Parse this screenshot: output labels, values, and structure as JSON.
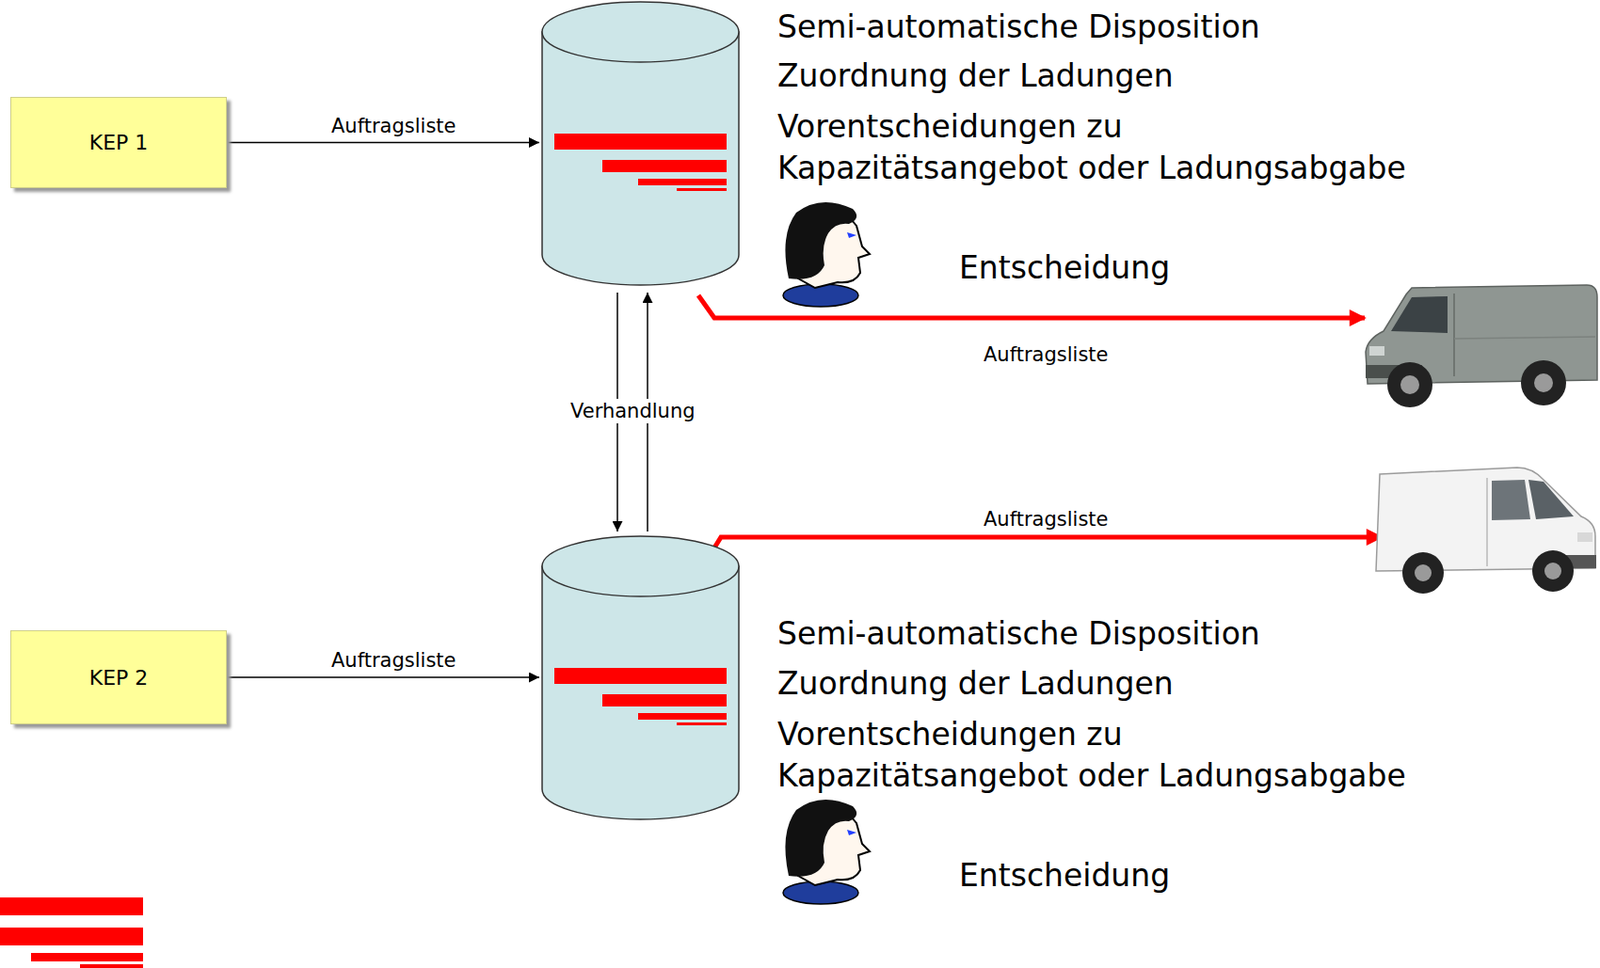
{
  "diagram": {
    "nodes": [
      {
        "text": [
          "KEP 1"
        ]
      },
      {
        "text": [
          "Semi-automatische Disposition",
          "Zuordnung der Ladungen",
          "Vorentscheidungen zu Kapazitätsangebot oder Ladungsabgabe"
        ]
      },
      {
        "text": [
          "KEP 2"
        ]
      },
      {
        "text": [
          "Semi-automatische Disposition",
          "Zuordnung der Ladungen",
          "Vorentscheidungen zu Kapazitätsangebot oder Ladungsabgabe"
        ]
      }
    ],
    "edges": [
      {
        "from": 0,
        "to": 1,
        "label": "Auftragsliste",
        "arrow": "to"
      },
      {
        "from": 1,
        "to": 3,
        "label": "Verhandlung",
        "arrow": "to"
      },
      {
        "from": 3,
        "to": 1,
        "arrow": "to"
      },
      {
        "from": 2,
        "to": 3,
        "label": "Auftragsliste",
        "arrow": "to"
      }
    ],
    "labels": [
      "Entscheidung",
      "Auftragsliste",
      "Auftragsliste",
      "Entscheidung"
    ]
  }
}
